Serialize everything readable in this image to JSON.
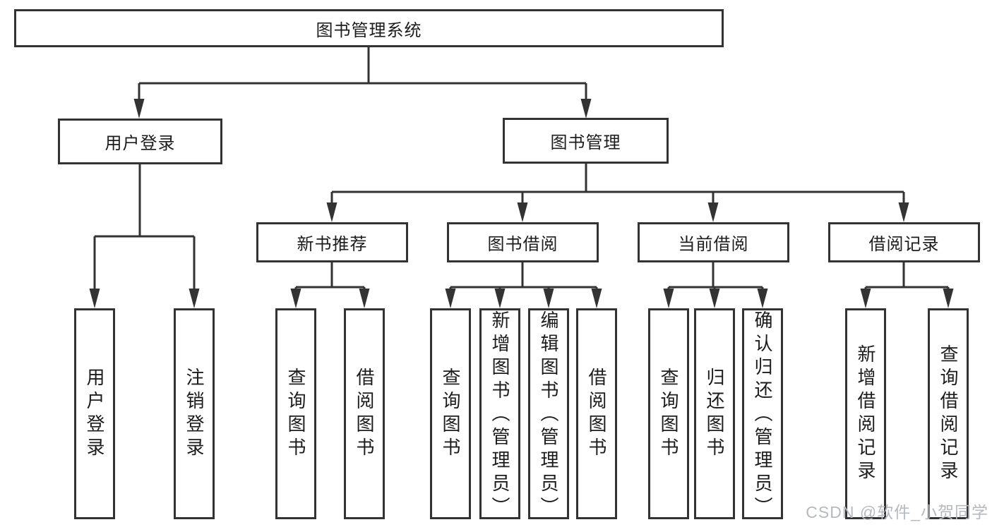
{
  "diagram": {
    "root": {
      "label": "图书管理系统"
    },
    "level2": [
      {
        "label": "用户登录"
      },
      {
        "label": "图书管理"
      }
    ],
    "level3": [
      {
        "label": "新书推荐"
      },
      {
        "label": "图书借阅"
      },
      {
        "label": "当前借阅"
      },
      {
        "label": "借阅记录"
      }
    ],
    "leaves": {
      "user_login": [
        "用户登录",
        "注销登录"
      ],
      "new_book_recommend": [
        "查询图书",
        "借阅图书"
      ],
      "book_borrow": [
        "查询图书",
        "新增图书（管理员）",
        "编辑图书（管理员）",
        "借阅图书"
      ],
      "current_borrow": [
        "查询图书",
        "归还图书",
        "确认归还（管理员）"
      ],
      "borrow_records": [
        "新增借阅记录",
        "查询借阅记录"
      ]
    }
  },
  "watermark": {
    "text": "CSDN @软件_小贺同学"
  },
  "colors": {
    "line": "#333333",
    "box_border": "#333333",
    "text": "#1c1c1c",
    "watermark": "#b6b9c0",
    "background": "#ffffff"
  }
}
